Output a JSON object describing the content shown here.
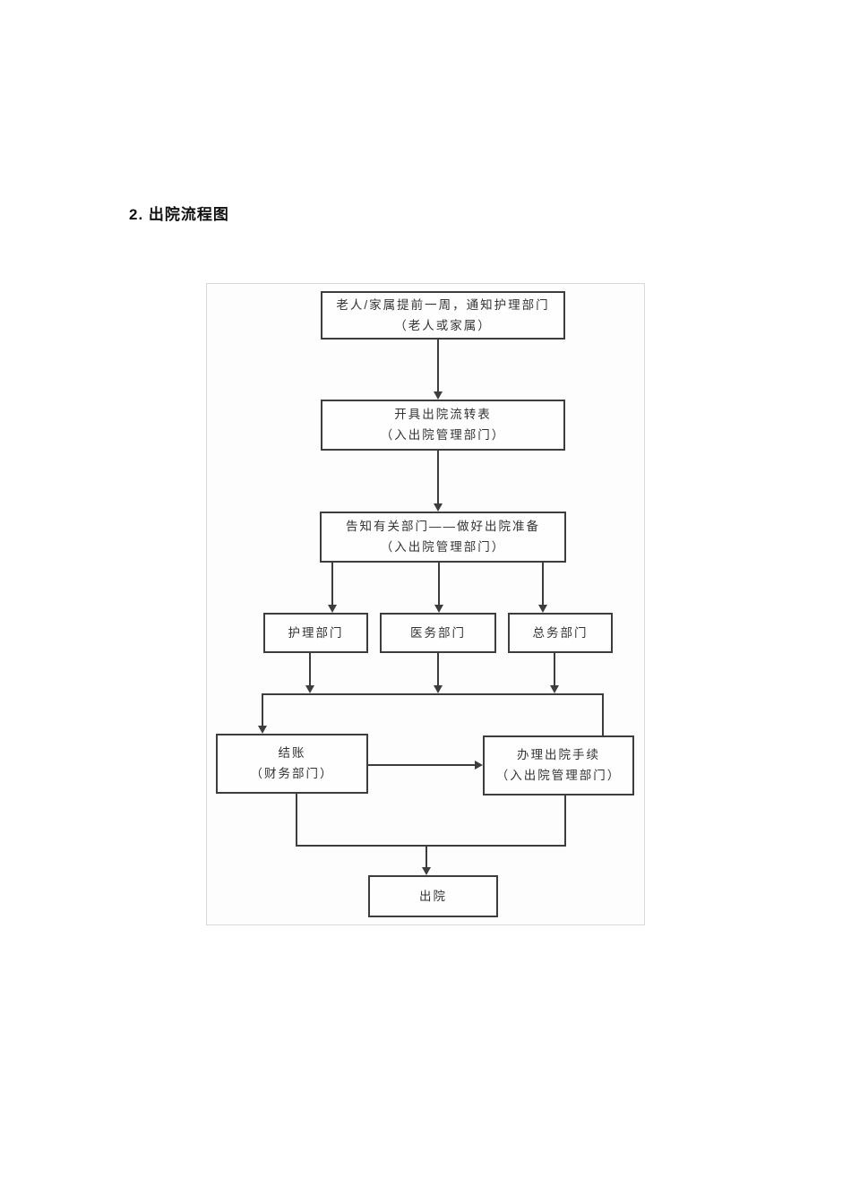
{
  "page": {
    "title": "2. 出院流程图"
  },
  "flowchart": {
    "nodes": {
      "notify": {
        "line1": "老人/家属提前一周，通知护理部门",
        "line2": "（老人或家属）"
      },
      "issue_form": {
        "line1": "开具出院流转表",
        "line2": "（入出院管理部门）"
      },
      "inform": {
        "line1": "告知有关部门——做好出院准备",
        "line2": "（入出院管理部门）"
      },
      "nursing": {
        "line1": "护理部门"
      },
      "medical": {
        "line1": "医务部门"
      },
      "general": {
        "line1": "总务部门"
      },
      "settle": {
        "line1": "结账",
        "line2": "（财务部门）"
      },
      "procedure": {
        "line1": "办理出院手续",
        "line2": "（入出院管理部门）"
      },
      "discharge": {
        "line1": "出院"
      }
    },
    "colors": {
      "box_border": "#3d3d3d",
      "connector_line": "#3d3d3d",
      "text": "#333333",
      "panel_border": "#d9d9d9",
      "panel_background": "#fdfdfd",
      "page_background": "#ffffff",
      "title_color": "#111111"
    }
  }
}
